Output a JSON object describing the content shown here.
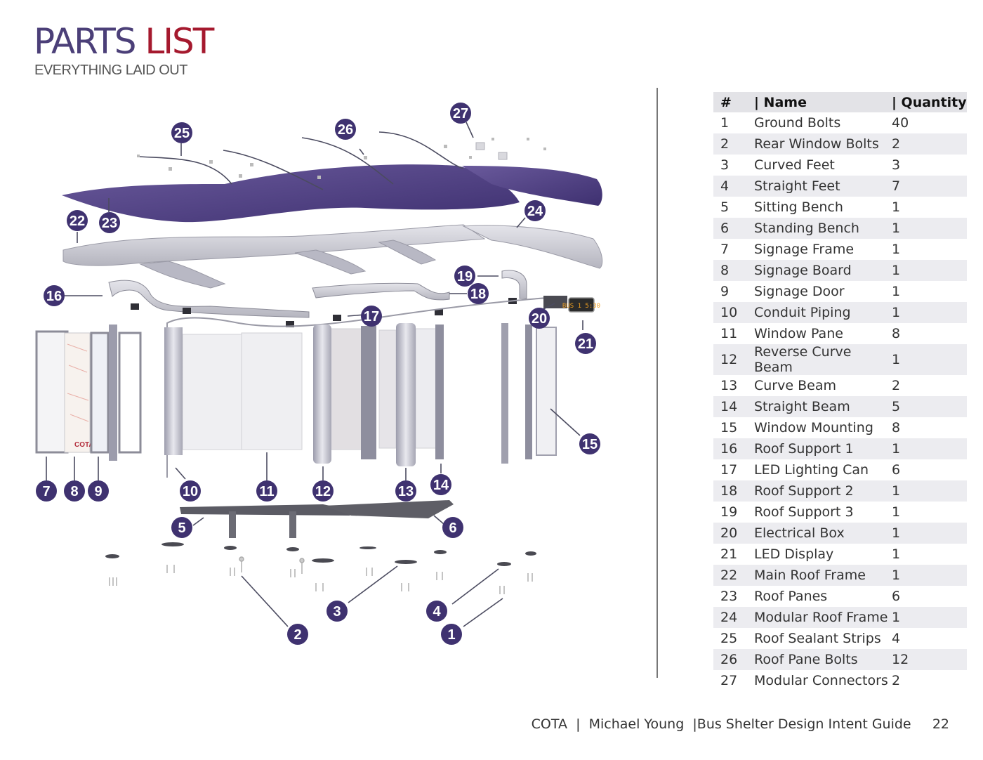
{
  "header": {
    "title_word1": "PARTS",
    "title_word2": "LIST",
    "subtitle": "EVERYTHING LAID OUT"
  },
  "table": {
    "headers": {
      "num": "#",
      "name": "| Name",
      "qty": "| Quantity"
    },
    "rows": [
      {
        "num": "1",
        "name": "Ground Bolts",
        "qty": "40"
      },
      {
        "num": "2",
        "name": "Rear Window Bolts",
        "qty": "2"
      },
      {
        "num": "3",
        "name": "Curved Feet",
        "qty": "3"
      },
      {
        "num": "4",
        "name": "Straight Feet",
        "qty": "7"
      },
      {
        "num": "5",
        "name": "Sitting Bench",
        "qty": "1"
      },
      {
        "num": "6",
        "name": "Standing Bench",
        "qty": "1"
      },
      {
        "num": "7",
        "name": "Signage Frame",
        "qty": "1"
      },
      {
        "num": "8",
        "name": "Signage Board",
        "qty": "1"
      },
      {
        "num": "9",
        "name": "Signage Door",
        "qty": "1"
      },
      {
        "num": "10",
        "name": "Conduit Piping",
        "qty": "1"
      },
      {
        "num": "11",
        "name": "Window Pane",
        "qty": "8"
      },
      {
        "num": "12",
        "name": "Reverse Curve Beam",
        "qty": "1"
      },
      {
        "num": "13",
        "name": "Curve Beam",
        "qty": "2"
      },
      {
        "num": "14",
        "name": "Straight Beam",
        "qty": "5"
      },
      {
        "num": "15",
        "name": "Window Mounting",
        "qty": "8"
      },
      {
        "num": "16",
        "name": "Roof Support 1",
        "qty": "1"
      },
      {
        "num": "17",
        "name": "LED Lighting Can",
        "qty": "6"
      },
      {
        "num": "18",
        "name": "Roof Support 2",
        "qty": "1"
      },
      {
        "num": "19",
        "name": "Roof Support 3",
        "qty": "1"
      },
      {
        "num": "20",
        "name": "Electrical Box",
        "qty": "1"
      },
      {
        "num": "21",
        "name": "LED Display",
        "qty": "1"
      },
      {
        "num": "22",
        "name": "Main Roof Frame",
        "qty": "1"
      },
      {
        "num": "23",
        "name": "Roof Panes",
        "qty": "6"
      },
      {
        "num": "24",
        "name": "Modular Roof Frame",
        "qty": "1"
      },
      {
        "num": "25",
        "name": "Roof Sealant Strips",
        "qty": "4"
      },
      {
        "num": "26",
        "name": "Roof Pane Bolts",
        "qty": "12"
      },
      {
        "num": "27",
        "name": "Modular Connectors",
        "qty": "2"
      }
    ]
  },
  "diagram": {
    "callouts": [
      "1",
      "2",
      "3",
      "4",
      "5",
      "6",
      "7",
      "8",
      "9",
      "10",
      "11",
      "12",
      "13",
      "14",
      "15",
      "16",
      "17",
      "18",
      "19",
      "20",
      "21",
      "22",
      "23",
      "24",
      "25",
      "26",
      "27"
    ],
    "signage_text": "COTA",
    "led_display_text": "BUS 1 5:30"
  },
  "footer": {
    "org": "COTA",
    "sep1": "|",
    "author": "Michael Young",
    "sep2": "|",
    "doc": "Bus Shelter Design Intent Guide",
    "page": "22"
  },
  "colors": {
    "brand_purple": "#4b3f78",
    "brand_red": "#a5192e",
    "callout_fill": "#3f3270",
    "roof_purple": "#5a4a8a"
  }
}
